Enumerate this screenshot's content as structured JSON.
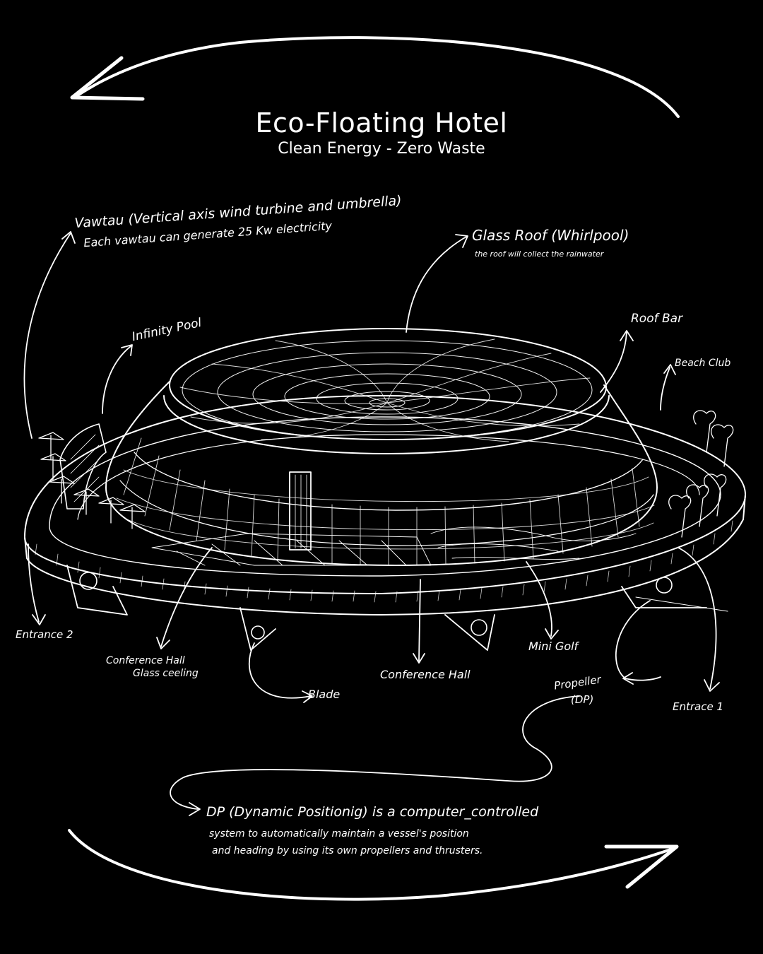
{
  "title": "Eco-Floating Hotel",
  "subtitle": "Clean Energy - Zero Waste",
  "labels": {
    "vawtau_line1": "Vawtau (Vertical axis wind turbine and umbrella)",
    "vawtau_line2": "Each vawtau can generate 25 Kw electricity",
    "glass_roof": "Glass Roof (Whirlpool)",
    "glass_roof_note": "the roof will collect the rainwater",
    "infinity_pool": "Infinity Pool",
    "roof_bar": "Roof Bar",
    "beach_club": "Beach Club",
    "entrance_2": "Entrance 2",
    "conference_glass_1": "Conference Hall",
    "conference_glass_2": "Glass ceeling",
    "blade": "Blade",
    "conference_hall": "Conference Hall",
    "mini_golf": "Mini Golf",
    "propeller_1": "Propeller",
    "propeller_2": "(DP)",
    "entrance_1": "Entrace 1"
  },
  "dp_note": {
    "line1": "DP (Dynamic Positionig) is a computer_controlled",
    "line2": "system to automatically maintain a vessel's position",
    "line3": "and heading by using its own propellers and thrusters."
  },
  "colors": {
    "background": "#000000",
    "ink": "#ffffff"
  }
}
